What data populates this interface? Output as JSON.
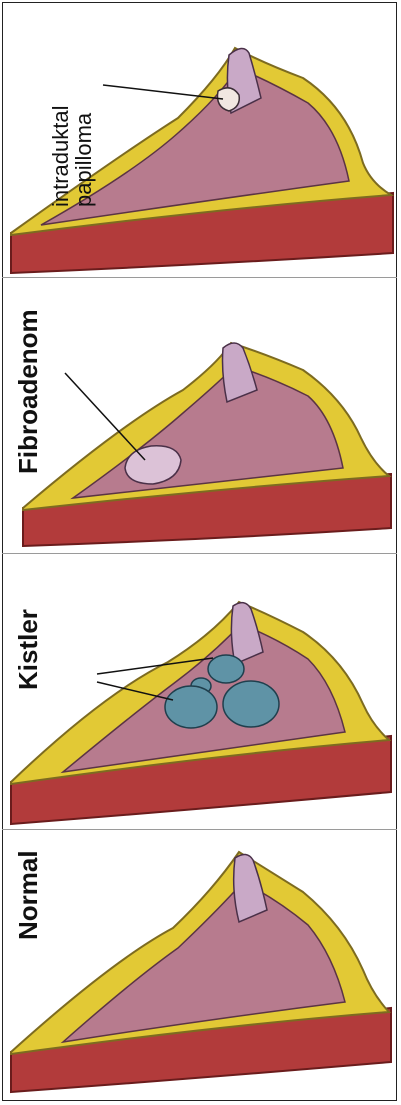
{
  "panels": [
    {
      "id": "intraductal",
      "label_lines": [
        "intraduktal",
        "papilloma"
      ]
    },
    {
      "id": "fibroadenom",
      "label": "Fibroadenom"
    },
    {
      "id": "kistler",
      "label": "Kistler"
    },
    {
      "id": "normal",
      "label": "Normal"
    }
  ],
  "colors": {
    "fat": "#e2c935",
    "fat_border": "#8a7a2a",
    "glandular": "#b77b8e",
    "duct": "#c9a9c7",
    "muscle": "#b23b3b",
    "cyst": "#5f93a6",
    "fibroadenoma": "#dcc2d7"
  }
}
